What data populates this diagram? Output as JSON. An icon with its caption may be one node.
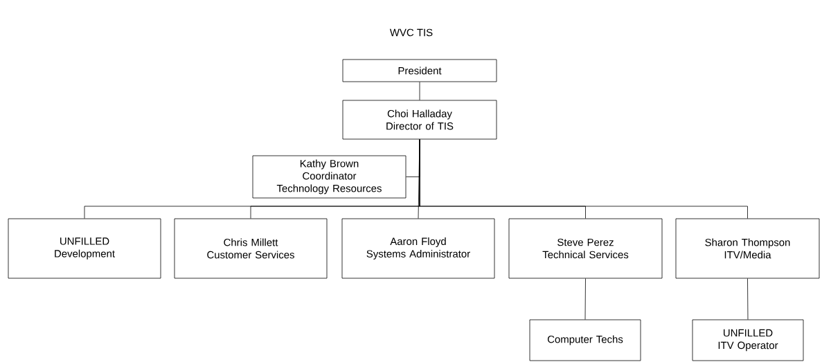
{
  "diagram": {
    "title": "WVC TIS",
    "nodes": [
      {
        "text": [
          "President"
        ]
      },
      {
        "text": [
          "Choi Halladay",
          "Director of TIS"
        ]
      },
      {
        "text": [
          "Kathy Brown",
          "Coordinator Technology Resources"
        ]
      },
      {
        "text": [
          "UNFILLED",
          "Development"
        ]
      },
      {
        "text": [
          "Chris Millett",
          "Customer Services"
        ]
      },
      {
        "text": [
          "Aaron Floyd",
          "Systems Administrator"
        ]
      },
      {
        "text": [
          "Steve Perez",
          "Technical Services"
        ]
      },
      {
        "text": [
          "Sharon Thompson",
          "ITV/Media"
        ]
      },
      {
        "text": [
          "Computer Techs"
        ]
      },
      {
        "text": [
          "UNFILLED",
          "ITV Operator"
        ]
      }
    ],
    "edges": [
      {
        "from": 0,
        "to": 1,
        "arrow": "none"
      },
      {
        "from": 1,
        "to": 2,
        "arrow": "none"
      },
      {
        "from": 1,
        "to": 3,
        "arrow": "none"
      },
      {
        "from": 1,
        "to": 4,
        "arrow": "none"
      },
      {
        "from": 1,
        "to": 5,
        "arrow": "none"
      },
      {
        "from": 1,
        "to": 6,
        "arrow": "none"
      },
      {
        "from": 1,
        "to": 7,
        "arrow": "none"
      },
      {
        "from": 6,
        "to": 8,
        "arrow": "none"
      },
      {
        "from": 7,
        "to": 9,
        "arrow": "none"
      }
    ]
  }
}
